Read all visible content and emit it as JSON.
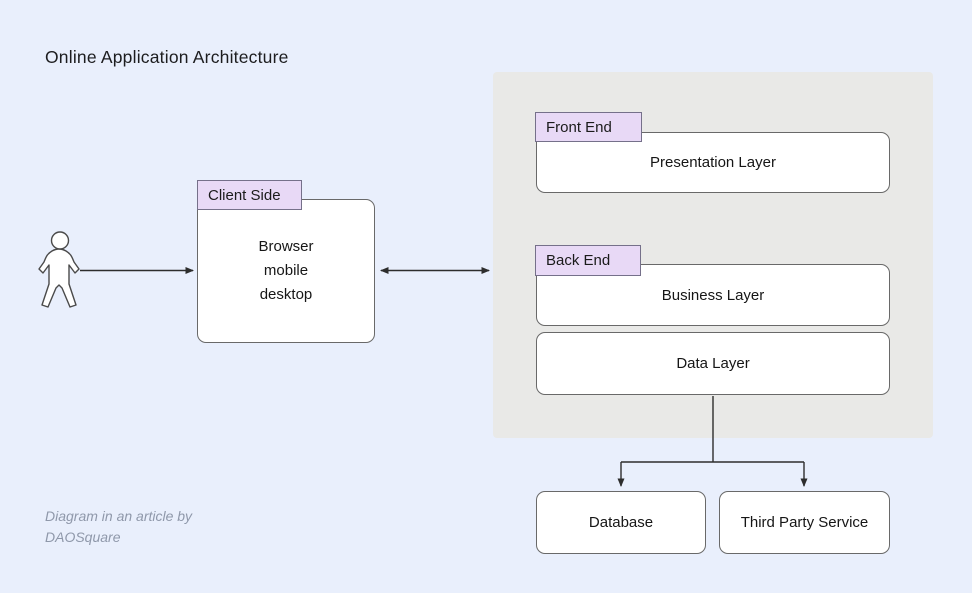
{
  "title": "Online Application Architecture",
  "client": {
    "tab_label": "Client Side",
    "lines": [
      "Browser",
      "mobile",
      "desktop"
    ]
  },
  "server": {
    "front_end_tab": "Front End",
    "presentation_label": "Presentation Layer",
    "back_end_tab": "Back End",
    "business_label": "Business Layer",
    "data_label": "Data Layer"
  },
  "external": {
    "database_label": "Database",
    "third_party_label": "Third Party Service"
  },
  "attribution": [
    "Diagram in an article by",
    "DAOSquare"
  ],
  "icons": {
    "person": "person-icon"
  },
  "colors": {
    "background": "#e9effc",
    "panel": "#e9e9e7",
    "tab_fill": "#e8d9f6",
    "tab_border": "#75708a",
    "box_fill": "#ffffff",
    "box_border": "#696969",
    "connector": "#2d2d2d",
    "attribution_text": "#8f98aa"
  }
}
